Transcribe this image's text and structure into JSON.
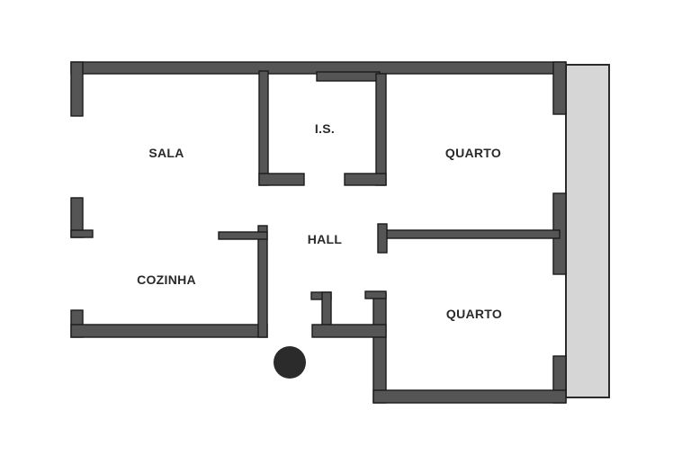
{
  "colors": {
    "wall_fill": "#555555",
    "wall_outline": "#1a1a1a",
    "balcony_fill": "#d6d6d6",
    "entrance_marker": "#2b2b2b",
    "label_text": "#2a2a2a"
  },
  "rooms": {
    "sala": "SALA",
    "is": "I.S.",
    "quarto_top": "QUARTO",
    "hall": "HALL",
    "cozinha": "COZINHA",
    "quarto_bottom": "QUARTO"
  },
  "icons": {
    "entrance": "entrance-dot-icon"
  }
}
